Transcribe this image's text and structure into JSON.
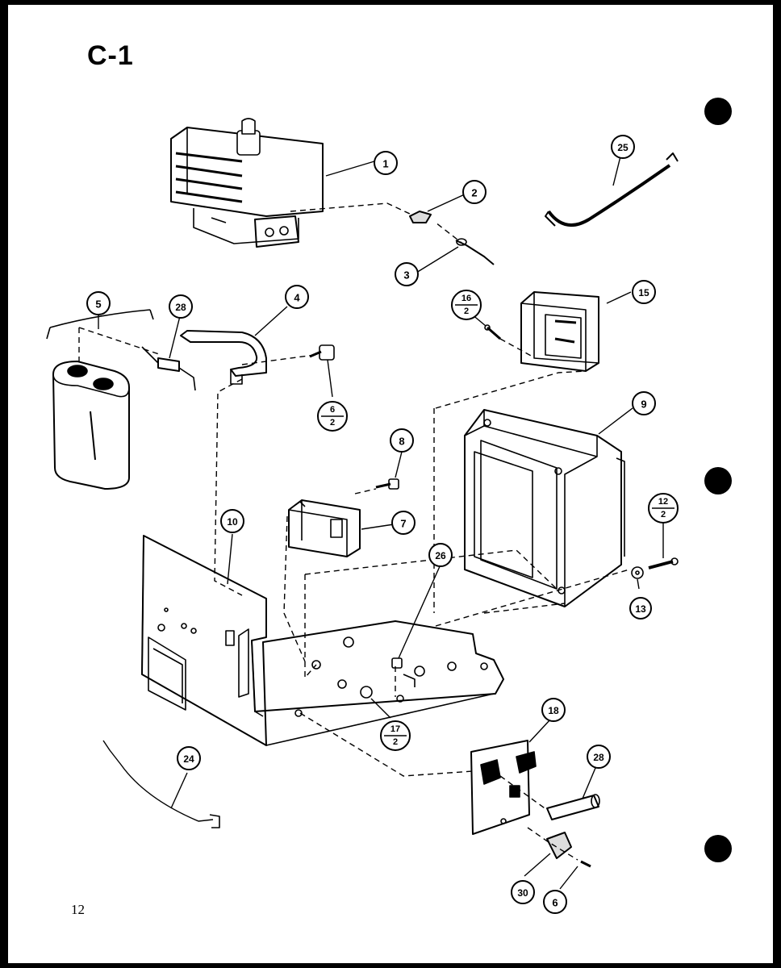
{
  "page": {
    "title": "C-1",
    "page_number": "12"
  },
  "callouts": [
    {
      "id": "c1",
      "text": "1"
    },
    {
      "id": "c2",
      "text": "2"
    },
    {
      "id": "c3",
      "text": "3"
    },
    {
      "id": "c4",
      "text": "4"
    },
    {
      "id": "c5",
      "text": "5"
    },
    {
      "id": "c6a",
      "text": "6"
    },
    {
      "id": "c6b",
      "num": "6",
      "den": "2"
    },
    {
      "id": "c7",
      "text": "7"
    },
    {
      "id": "c8",
      "text": "8"
    },
    {
      "id": "c9",
      "text": "9"
    },
    {
      "id": "c10",
      "text": "10"
    },
    {
      "id": "c12",
      "num": "12",
      "den": "2"
    },
    {
      "id": "c13",
      "text": "13"
    },
    {
      "id": "c15",
      "text": "15"
    },
    {
      "id": "c16",
      "num": "16",
      "den": "2"
    },
    {
      "id": "c17",
      "num": "17",
      "den": "2"
    },
    {
      "id": "c18",
      "text": "18"
    },
    {
      "id": "c24",
      "text": "24"
    },
    {
      "id": "c25",
      "text": "25"
    },
    {
      "id": "c26",
      "text": "26"
    },
    {
      "id": "c28a",
      "text": "28"
    },
    {
      "id": "c28b",
      "text": "28"
    },
    {
      "id": "c30",
      "text": "30"
    }
  ]
}
